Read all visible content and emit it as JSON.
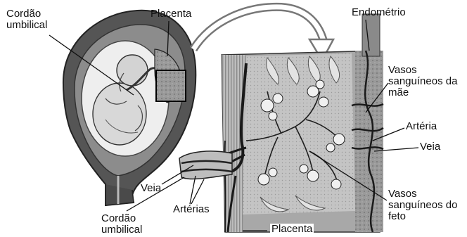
{
  "labels": {
    "cordao_umbilical_top": [
      "Cordão",
      "umbilical"
    ],
    "placenta_top": "Placenta",
    "endometrio": "Endométrio",
    "vasos_mae": [
      "Vasos",
      "sanguíneos da",
      "mãe"
    ],
    "arteria": "Artéria",
    "veia_right": "Veia",
    "veia_left": "Veia",
    "arterias": "Artérias",
    "cordao_umbilical_bottom": [
      "Cordão",
      "umbilical"
    ],
    "vasos_feto": [
      "Vasos",
      "sanguíneos do",
      "feto"
    ],
    "placenta_bottom": "Placenta"
  },
  "colors": {
    "ink": "#111111",
    "uterus_wall": "#5a5a5a",
    "uterus_dark": "#3c3c3c",
    "amniotic": "#f2f2f2",
    "fetus": "#d9d9d9",
    "tissue": "#8c8c8c",
    "tissue_light": "#b8b8b8",
    "vessel": "#2a2a2a",
    "lacunae": "#e8e8e8"
  }
}
